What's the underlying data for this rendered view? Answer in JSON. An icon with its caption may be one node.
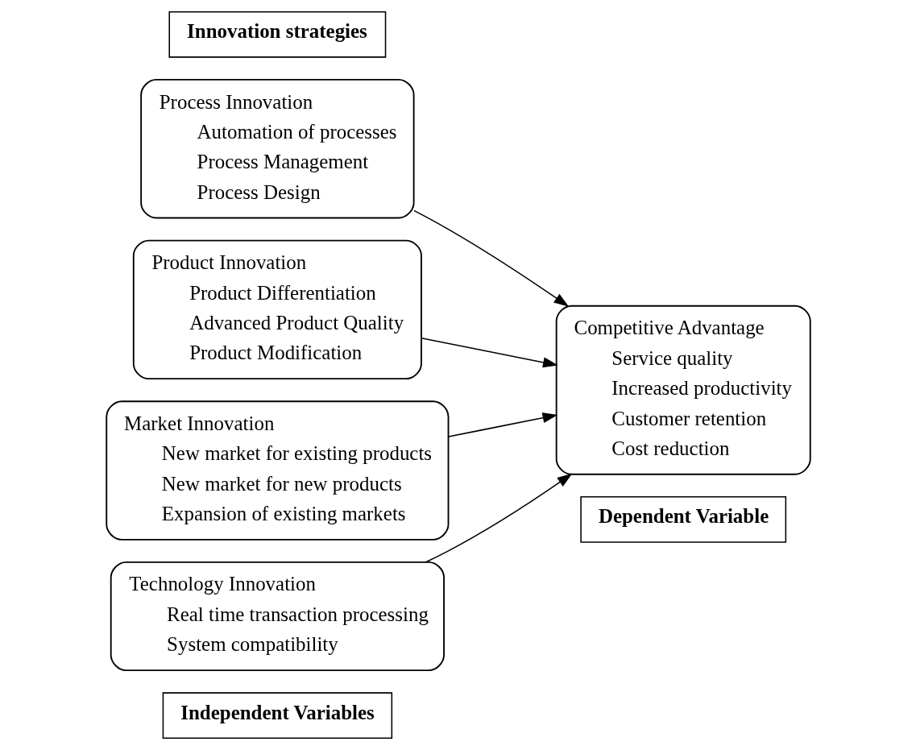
{
  "diagram": {
    "nodes": [
      {
        "text": [
          "Innovation strategies"
        ]
      },
      {
        "text": [
          "Process Innovation",
          "Automation of processes",
          "Process Management",
          "Process Design"
        ]
      },
      {
        "text": [
          "Product Innovation",
          "Product Differentiation",
          "Advanced Product Quality",
          "Product Modification"
        ]
      },
      {
        "text": [
          "Market Innovation",
          "New market for existing products",
          "New market for new products",
          "Expansion of existing markets"
        ]
      },
      {
        "text": [
          "Technology Innovation",
          "Real time transaction processing",
          "System compatibility"
        ]
      },
      {
        "text": [
          "Competitive Advantage",
          "Service quality",
          "Increased productivity",
          "Customer retention",
          "Cost reduction"
        ]
      },
      {
        "text": [
          "Independent Variables"
        ]
      },
      {
        "text": [
          "Dependent Variable"
        ]
      }
    ],
    "edges": [
      {
        "from": 1,
        "to": 5,
        "arrow": "to"
      },
      {
        "from": 2,
        "to": 5,
        "arrow": "to"
      },
      {
        "from": 3,
        "to": 5,
        "arrow": "to"
      },
      {
        "from": 4,
        "to": 5,
        "arrow": "to"
      }
    ]
  }
}
